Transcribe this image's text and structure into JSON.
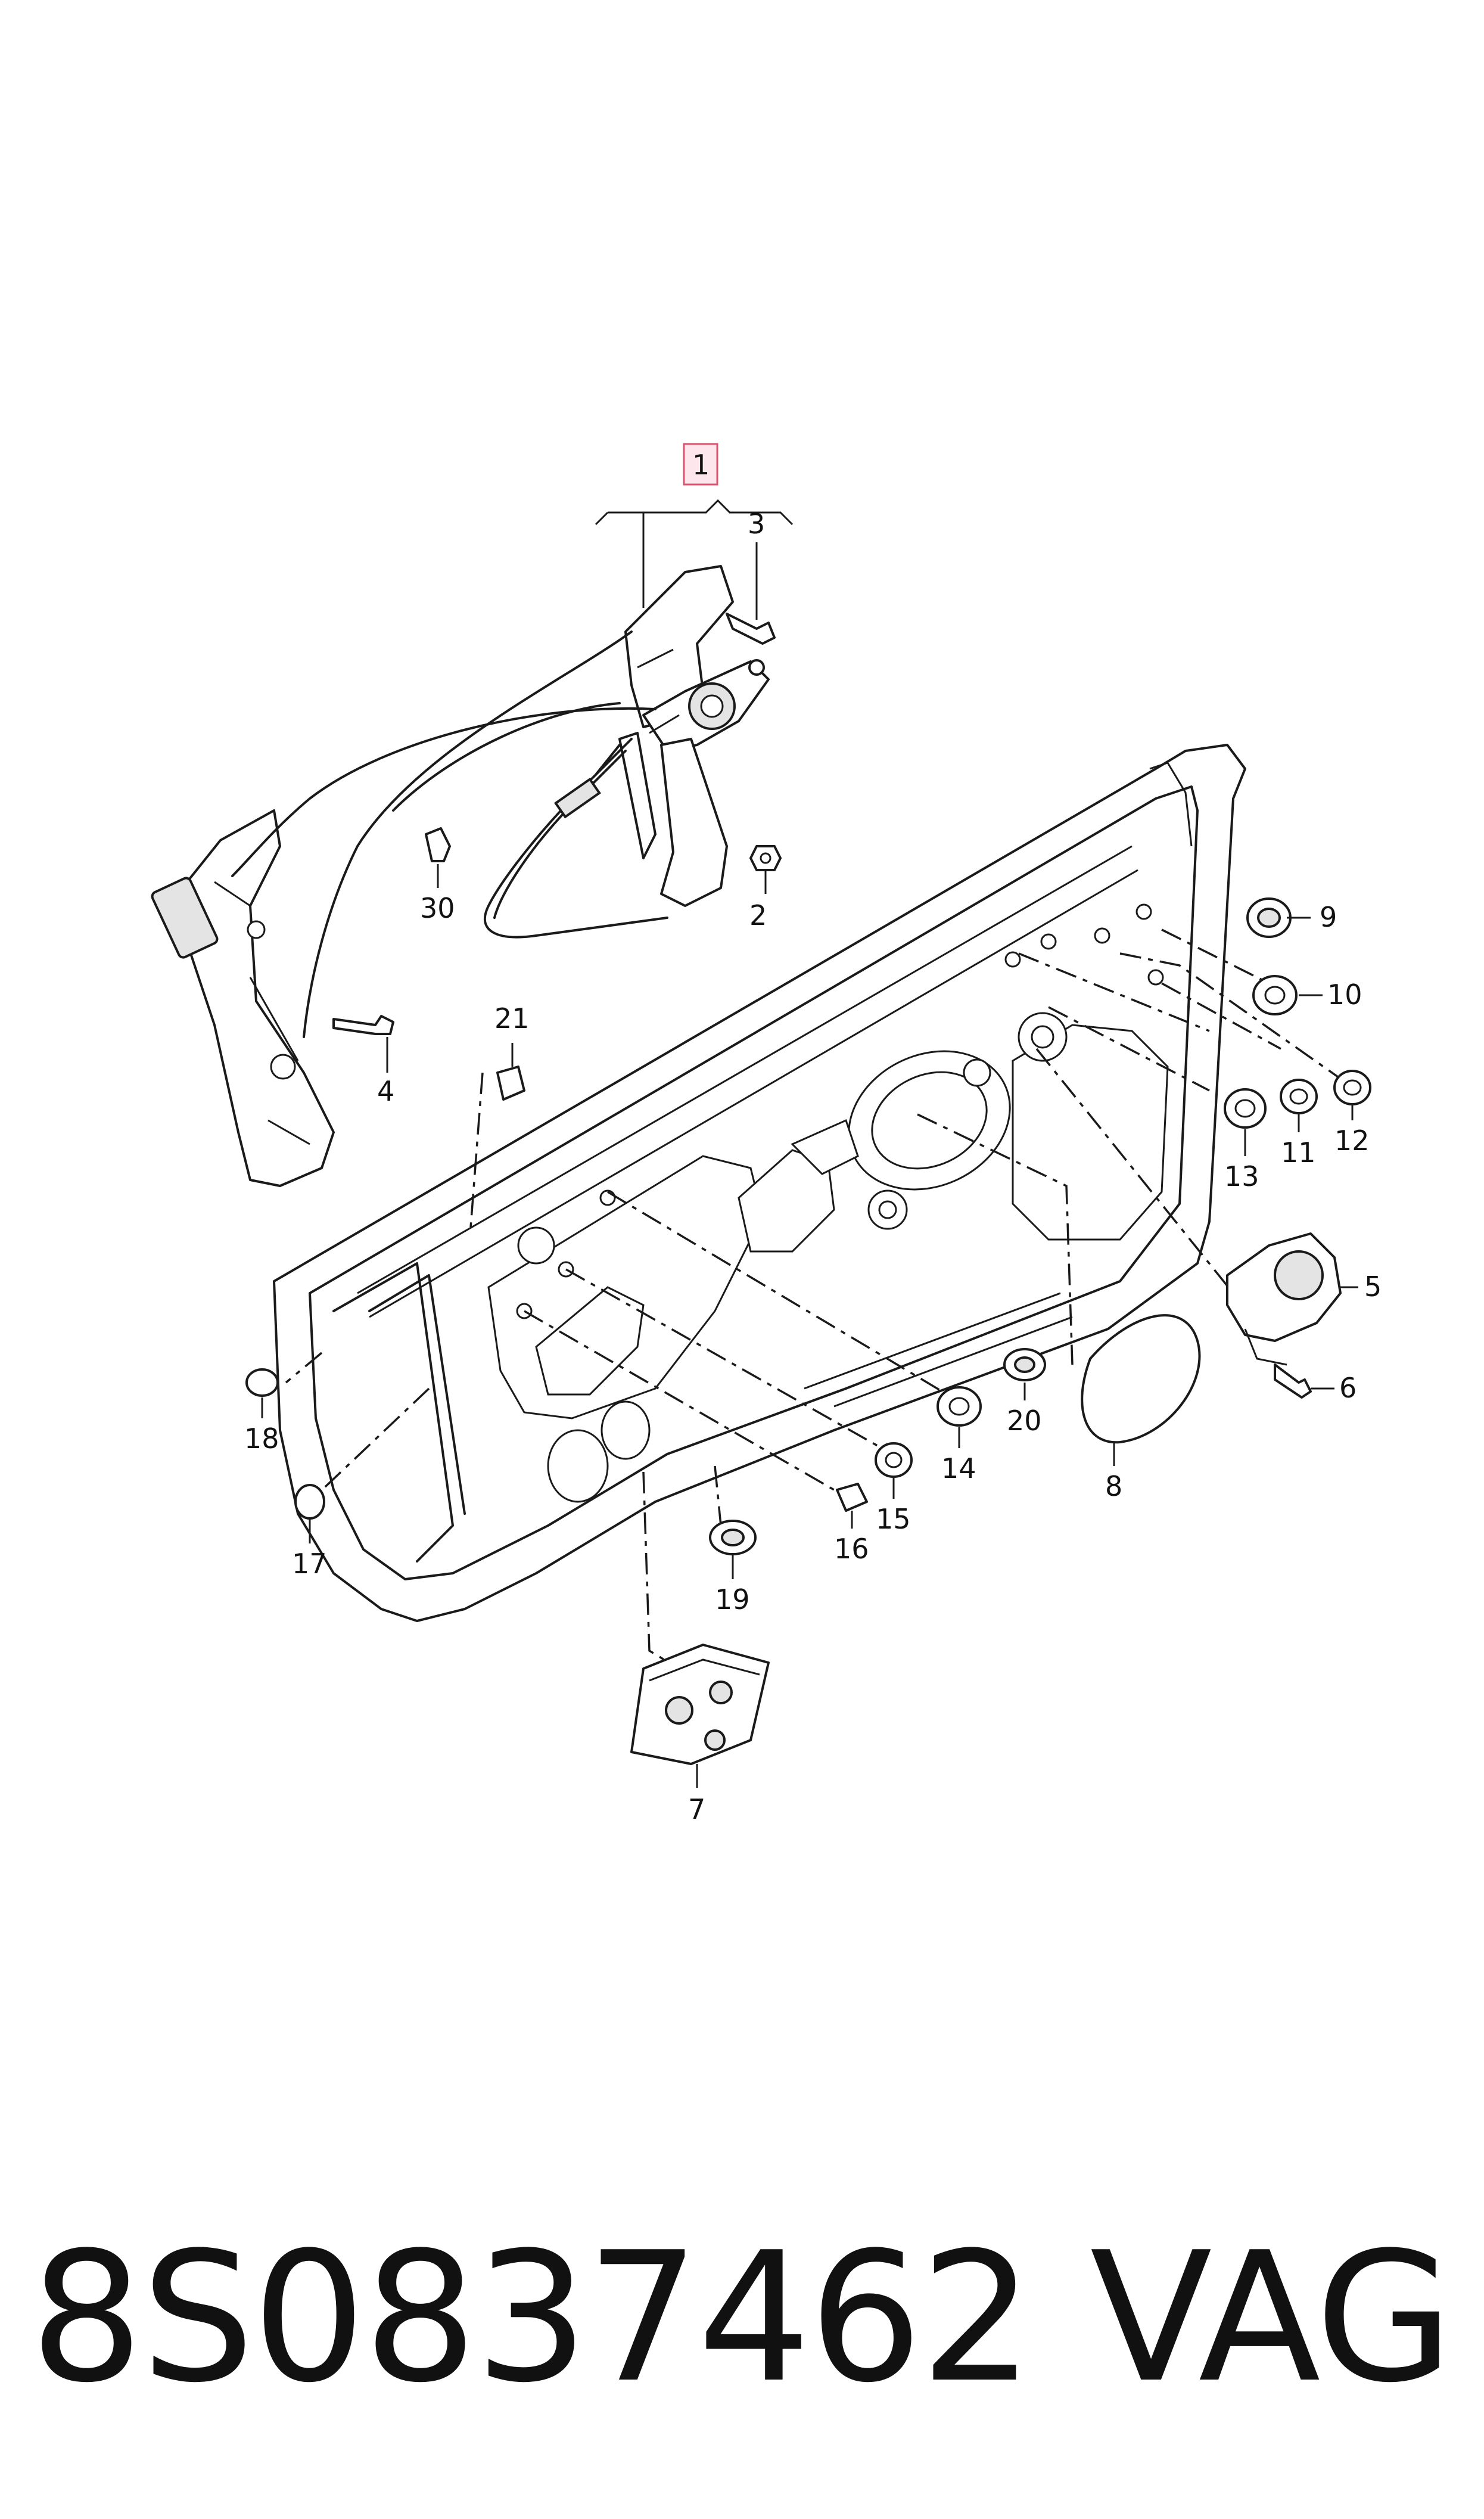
{
  "diagram": {
    "callouts": [
      {
        "id": "c1",
        "text": "1"
      },
      {
        "id": "c2",
        "text": "2"
      },
      {
        "id": "c3",
        "text": "3"
      },
      {
        "id": "c4",
        "text": "4"
      },
      {
        "id": "c5",
        "text": "5"
      },
      {
        "id": "c6",
        "text": "6"
      },
      {
        "id": "c7",
        "text": "7"
      },
      {
        "id": "c8",
        "text": "8"
      },
      {
        "id": "c9",
        "text": "9"
      },
      {
        "id": "c10",
        "text": "10"
      },
      {
        "id": "c11",
        "text": "11"
      },
      {
        "id": "c12",
        "text": "12"
      },
      {
        "id": "c13",
        "text": "13"
      },
      {
        "id": "c14",
        "text": "14"
      },
      {
        "id": "c15",
        "text": "15"
      },
      {
        "id": "c16",
        "text": "16"
      },
      {
        "id": "c17",
        "text": "17"
      },
      {
        "id": "c18",
        "text": "18"
      },
      {
        "id": "c19",
        "text": "19"
      },
      {
        "id": "c20",
        "text": "20"
      },
      {
        "id": "c21",
        "text": "21"
      },
      {
        "id": "c30",
        "text": "30"
      }
    ],
    "highlight_color": "#d9546f"
  },
  "footer": {
    "part_number": "8S0837462",
    "brand": "VAG"
  }
}
